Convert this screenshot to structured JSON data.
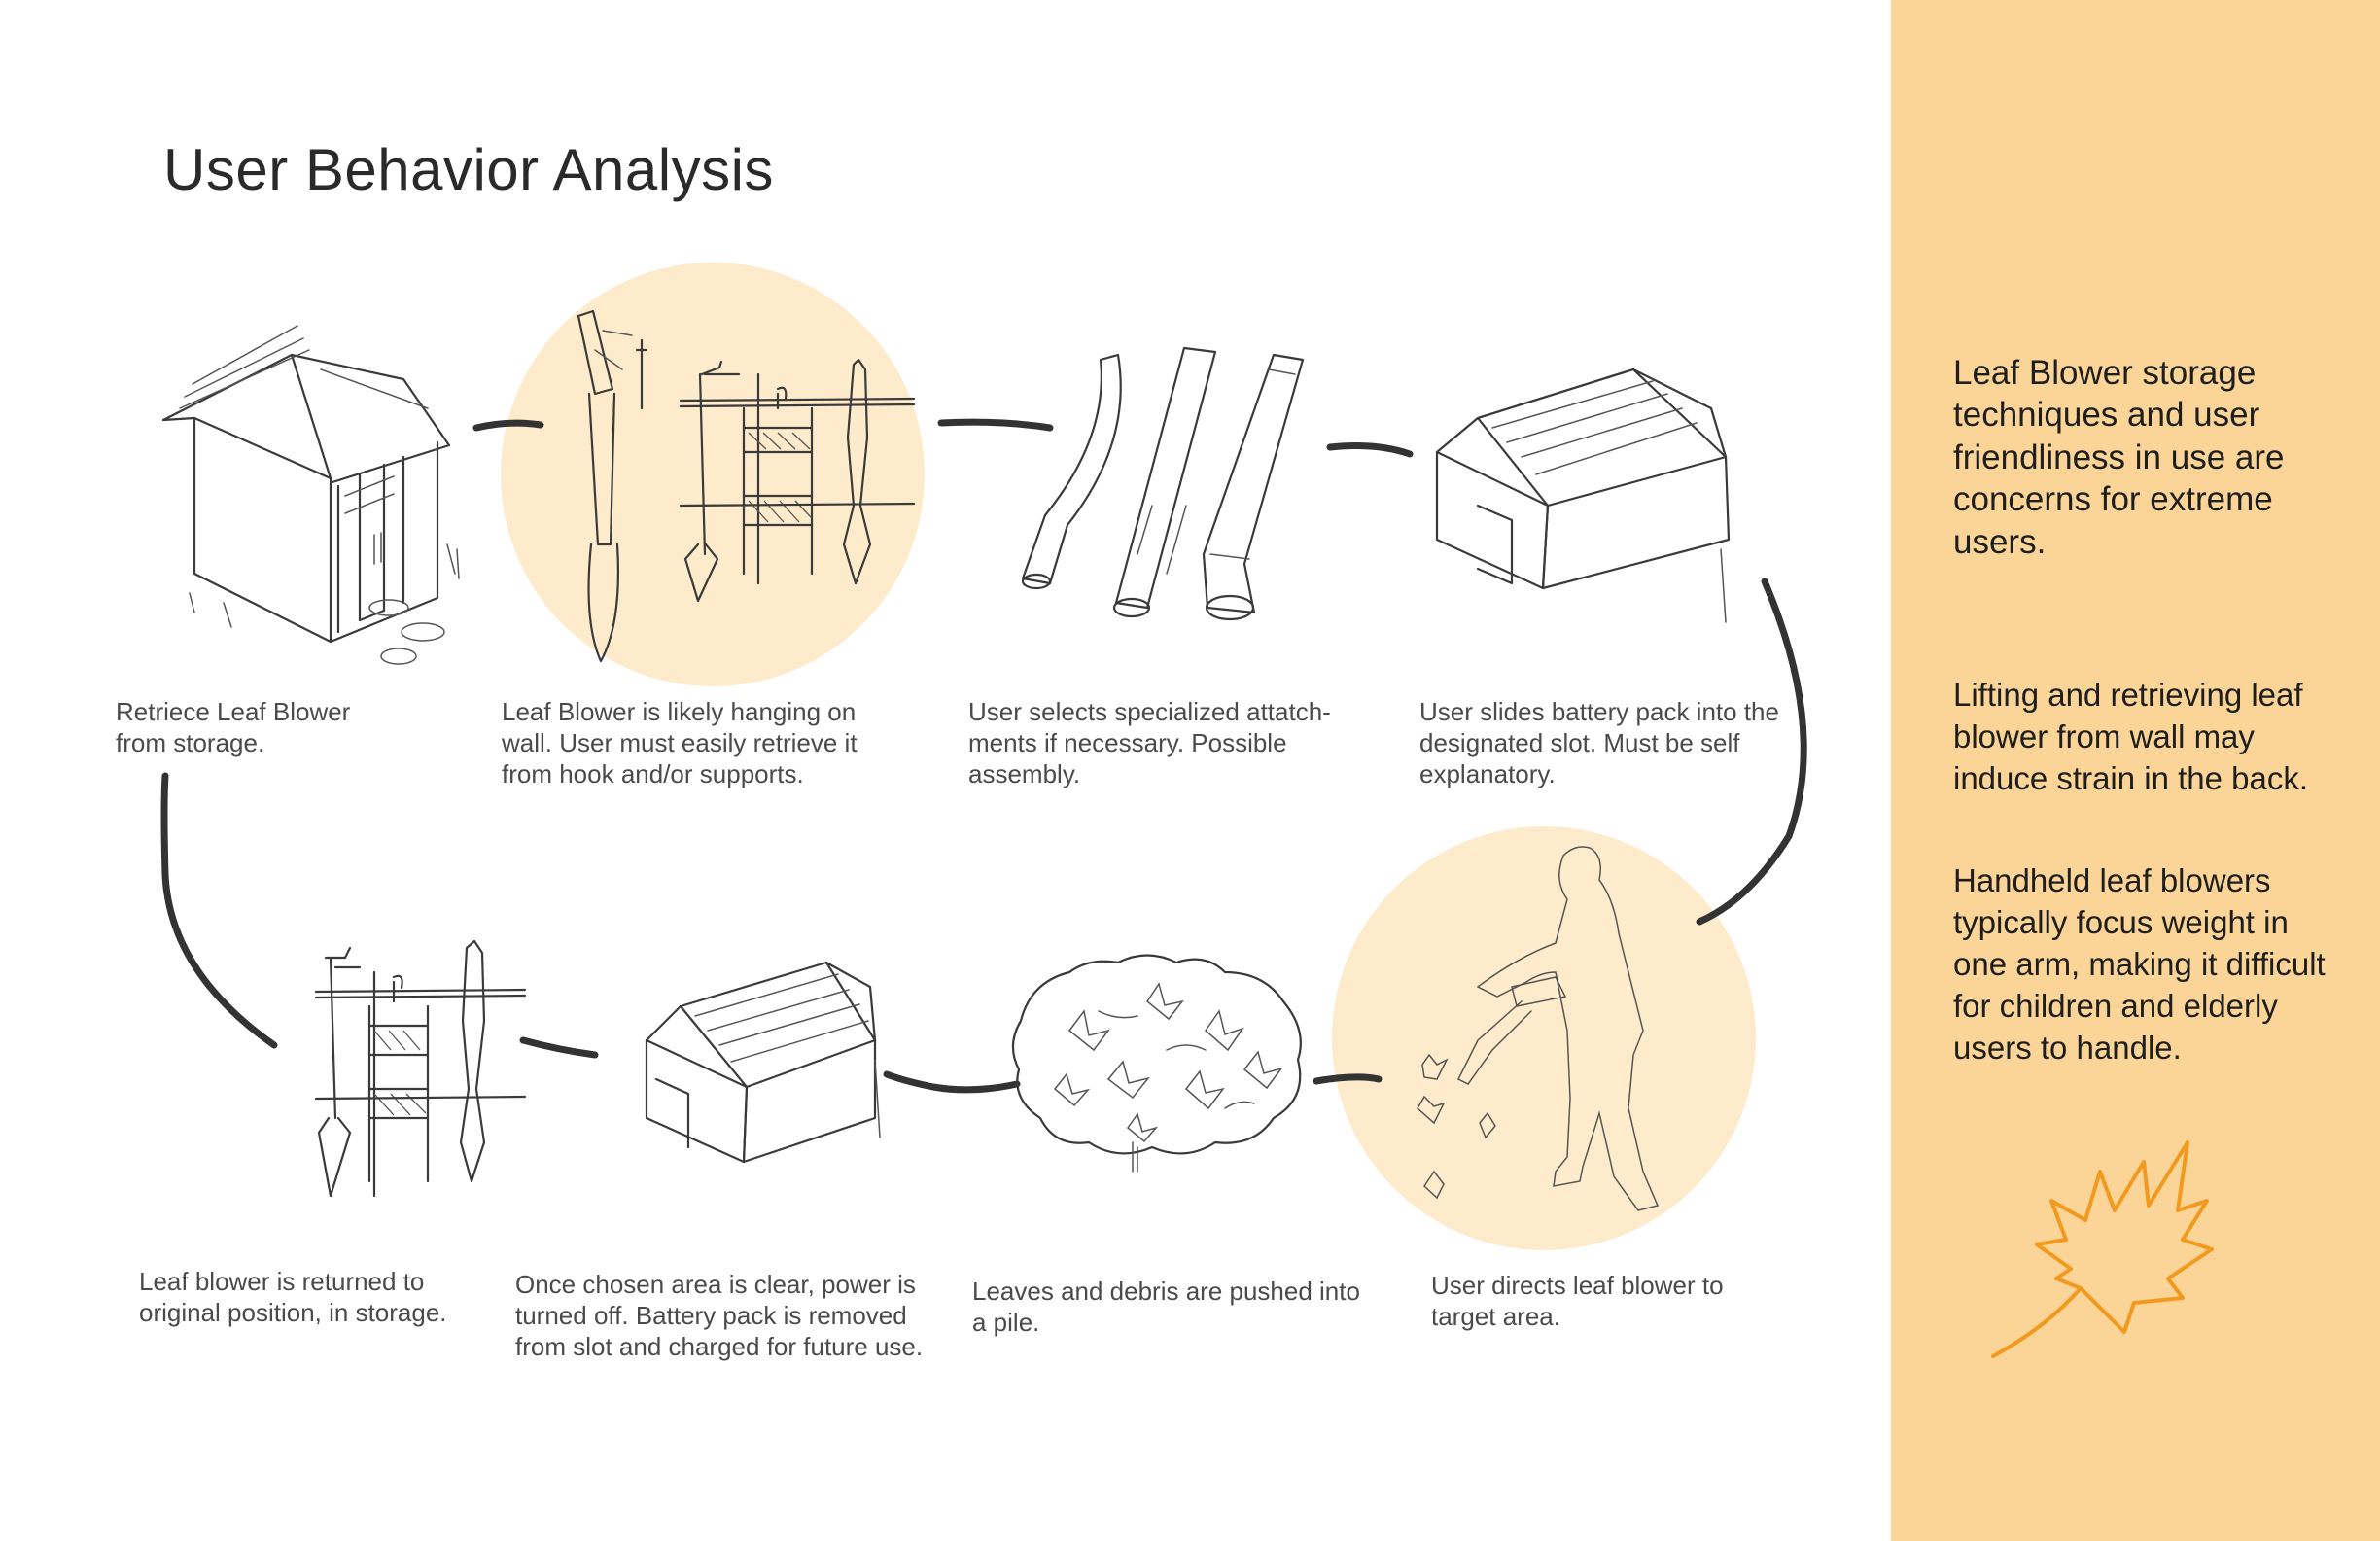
{
  "title": "User Behavior Analysis",
  "steps": [
    {
      "caption": "Retriece Leaf Blower from storage."
    },
    {
      "caption": "Leaf Blower is likely hanging on wall. User must easily retrieve it from hook and/or supports."
    },
    {
      "caption": "User selects specialized attatch-ments if necessary. Possible assembly."
    },
    {
      "caption": "User slides battery pack into the designated slot. Must be self explanatory."
    },
    {
      "caption": "User directs leaf blower to target area."
    },
    {
      "caption": "Leaves and debris are pushed into a pile."
    },
    {
      "caption": "Once chosen area is clear, power is turned off. Battery pack is removed from slot and charged for future use."
    },
    {
      "caption": "Leaf blower is returned to original position, in storage."
    }
  ],
  "sidebar": {
    "lead": "Leaf Blower storage techniques and user friendliness in use are concerns for extreme users.",
    "note1": "Lifting and retrieving leaf blower from wall may induce strain in the back.",
    "note2": "Handheld leaf blowers typically focus weight in one arm, making it difficult for children and elderly users to handle."
  },
  "colors": {
    "panel": "#fbd497",
    "highlight_circle": "#fdebcb",
    "connector": "#333333",
    "leaf_outline": "#f29a1f"
  },
  "icons": [
    "shed-icon",
    "wall-rack-icon",
    "attachment-tubes-icon",
    "battery-pack-icon",
    "person-blowing-icon",
    "leaf-pile-icon",
    "maple-leaf-icon"
  ]
}
